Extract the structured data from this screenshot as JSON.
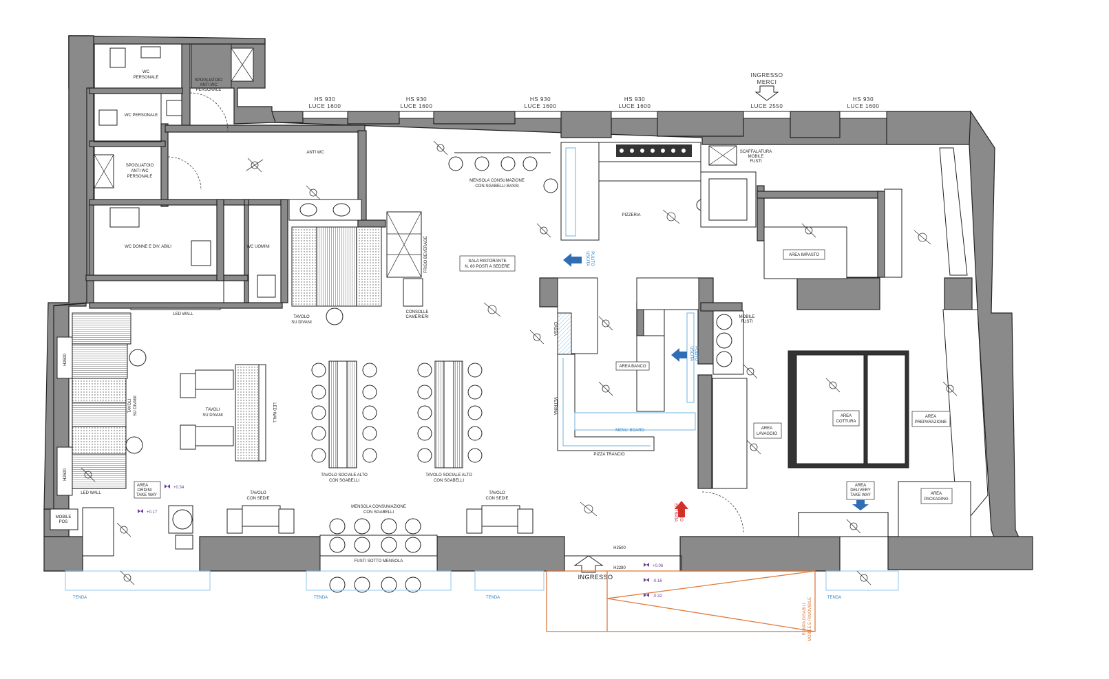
{
  "windows": [
    {
      "hs": "HS 930",
      "luce": "LUCE 1600"
    },
    {
      "hs": "HS 930",
      "luce": "LUCE 1600"
    },
    {
      "hs": "HS 930",
      "luce": "LUCE 1600"
    },
    {
      "hs": "HS 930",
      "luce": "LUCE 1600"
    },
    {
      "hs": "HS 930",
      "luce": "LUCE 1600"
    }
  ],
  "goods_entrance": {
    "line1": "INGRESSO",
    "line2": "MERCI",
    "luce": "LUCE 2550"
  },
  "rooms": {
    "wc_personale_top": {
      "line1": "WC",
      "line2": "PERSONALE"
    },
    "spogliatoio_top": {
      "line1": "SPOGLIATOIO",
      "line2": "ANTI WC",
      "line3": "PERSONALE"
    },
    "wc_personale_mid": "WC PERSONALE",
    "spogliatoio_mid": {
      "line1": "SPOGLIATOIO",
      "line2": "ANTI WC",
      "line3": "PERSONALE"
    },
    "anti_wc": "ANTI WC",
    "wc_donne": "WC DONNE E DIV. ABILI",
    "wc_uomini": "WC UOMINI",
    "mensola_top": {
      "line1": "MENSOLA CONSUMAZIONE",
      "line2": "CON SGABELLI BASSI"
    },
    "pizzeria": "PIZZERIA",
    "scaffalatura": {
      "line1": "SCAFFALATURA",
      "line2": "MOBILE",
      "line3": "FUSTI"
    },
    "area_impasto": "AREA IMPASTO",
    "frigo_beverage": "FRIGO BEVERAGE",
    "sala": {
      "line1": "SALA RISTORANTE",
      "line2": "N. 60 POSTI A SEDERE"
    },
    "uscita_pulito": {
      "line1": "USCITA",
      "line2": "PULITO"
    },
    "consolle": {
      "line1": "CONSOLLE",
      "line2": "CAMERIERI"
    },
    "led_wall_top": "LED WALL",
    "tavolo_divani": {
      "line1": "TAVOLO",
      "line2": "SU DIVANI"
    },
    "cassa": "CASSA",
    "area_banco": "AREA BANCO",
    "mobile_fusti": {
      "line1": "MOBILE",
      "line2": "FUSTI"
    },
    "uscita_pulito2": {
      "line1": "USCITA",
      "line2": "PULITO"
    },
    "vetrina": "VETRINA",
    "menu_board": "MENU' BOARD",
    "pizza_trancio": "PIZZA TRANCIO",
    "area_lavaggio": {
      "line1": "AREA",
      "line2": "LAVAGGIO"
    },
    "area_cottura": {
      "line1": "AREA",
      "line2": "COTTURA"
    },
    "area_preparazione": {
      "line1": "AREA",
      "line2": "PREPARAZIONE"
    },
    "area_packaging": {
      "line1": "AREA",
      "line2": "PACKAGING"
    },
    "area_delivery": {
      "line1": "AREA",
      "line2": "DELIVERY",
      "line3": "TAKE WAY"
    },
    "tavoli_divani_left": {
      "line1": "TAVOLI",
      "line2": "SU DIVANI"
    },
    "tavoli_divani_center": {
      "line1": "TAVOLI",
      "line2": "SU DIVANI"
    },
    "led_wall_side": "LED WALL",
    "led_wall_bottom": "LED WALL",
    "h2600_a": "H2600",
    "h2600_b": "H2600",
    "tavolo_alto_1": {
      "line1": "TAVOLO SOCIALE ALTO",
      "line2": "CON SGABELLI"
    },
    "tavolo_alto_2": {
      "line1": "TAVOLO SOCIALE ALTO",
      "line2": "CON SGABELLI"
    },
    "area_ordini": {
      "line1": "AREA",
      "line2": "ORDINI",
      "line3": "TAKE WAY"
    },
    "tavolo_sedie_1": {
      "line1": "TAVOLO",
      "line2": "CON SEDIE"
    },
    "tavolo_sedie_2": {
      "line1": "TAVOLO",
      "line2": "CON SEDIE"
    },
    "mensola_bottom": {
      "line1": "MENSOLA CONSUMAZIONE",
      "line2": "CON SGABELLI"
    },
    "fusti_sotto": "FUSTI SOTTO MENSOLA",
    "entrata_sporco": {
      "line1": "ENTRATA",
      "line2": "SPORCO"
    },
    "h2500": "H2500",
    "h2280": "H2280",
    "ingresso": "INGRESSO",
    "mobile_pos": {
      "line1": "MOBILE",
      "line2": "POS"
    },
    "tenda_1": "TENDA",
    "tenda_2": "TENDA",
    "tenda_3": "TENDA",
    "tenda_4": "TENDA",
    "rampa": {
      "line1": "RAMPA DISABILI",
      "line2": "MOBILE E RIMOVIBILE"
    }
  },
  "levels": {
    "ordini": "+0.34",
    "pos": "+0.17",
    "entrance_a": "+0.06",
    "entrance_b": "-0.16",
    "entrance_c": "-0.32"
  },
  "colors": {
    "wall": "#8a8a8a",
    "exit_arrow": "#2f6db5",
    "dirty_arrow": "#d6322b",
    "ramp": "#e07a3c",
    "level_marker": "#6a3d9a",
    "menu_board": "#2b7fc2"
  }
}
